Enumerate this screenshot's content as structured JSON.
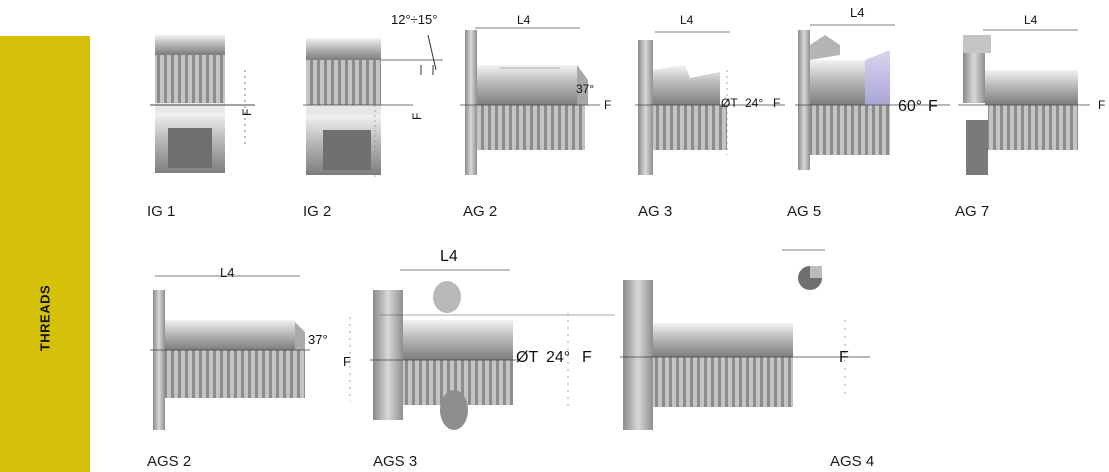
{
  "sidebar": {
    "label": "THREADS",
    "color": "#d6c10a"
  },
  "figures": [
    {
      "caption": "IG 1",
      "labels": {
        "f": "F"
      }
    },
    {
      "caption": "IG 2",
      "labels": {
        "angle": "12°÷15°",
        "f": "F"
      }
    },
    {
      "caption": "AG 2",
      "labels": {
        "l4": "L4",
        "angle": "37°",
        "f": "F"
      }
    },
    {
      "caption": "AG 3",
      "labels": {
        "l4": "L4",
        "diam": "ØT",
        "angle": "24°",
        "f": "F"
      }
    },
    {
      "caption": "AG 5",
      "labels": {
        "l4": "L4",
        "angle": "60°",
        "f": "F"
      }
    },
    {
      "caption": "AG 7",
      "labels": {
        "l4": "L4",
        "f": "F"
      }
    },
    {
      "caption": "AGS 2",
      "labels": {
        "l4": "L4",
        "angle": "37°",
        "f": "F"
      }
    },
    {
      "caption": "AGS 3",
      "labels": {
        "l4": "L4",
        "diam": "ØT",
        "angle": "24°",
        "f": "F"
      }
    },
    {
      "caption": "AGS 4",
      "labels": {
        "f": "F"
      }
    }
  ]
}
